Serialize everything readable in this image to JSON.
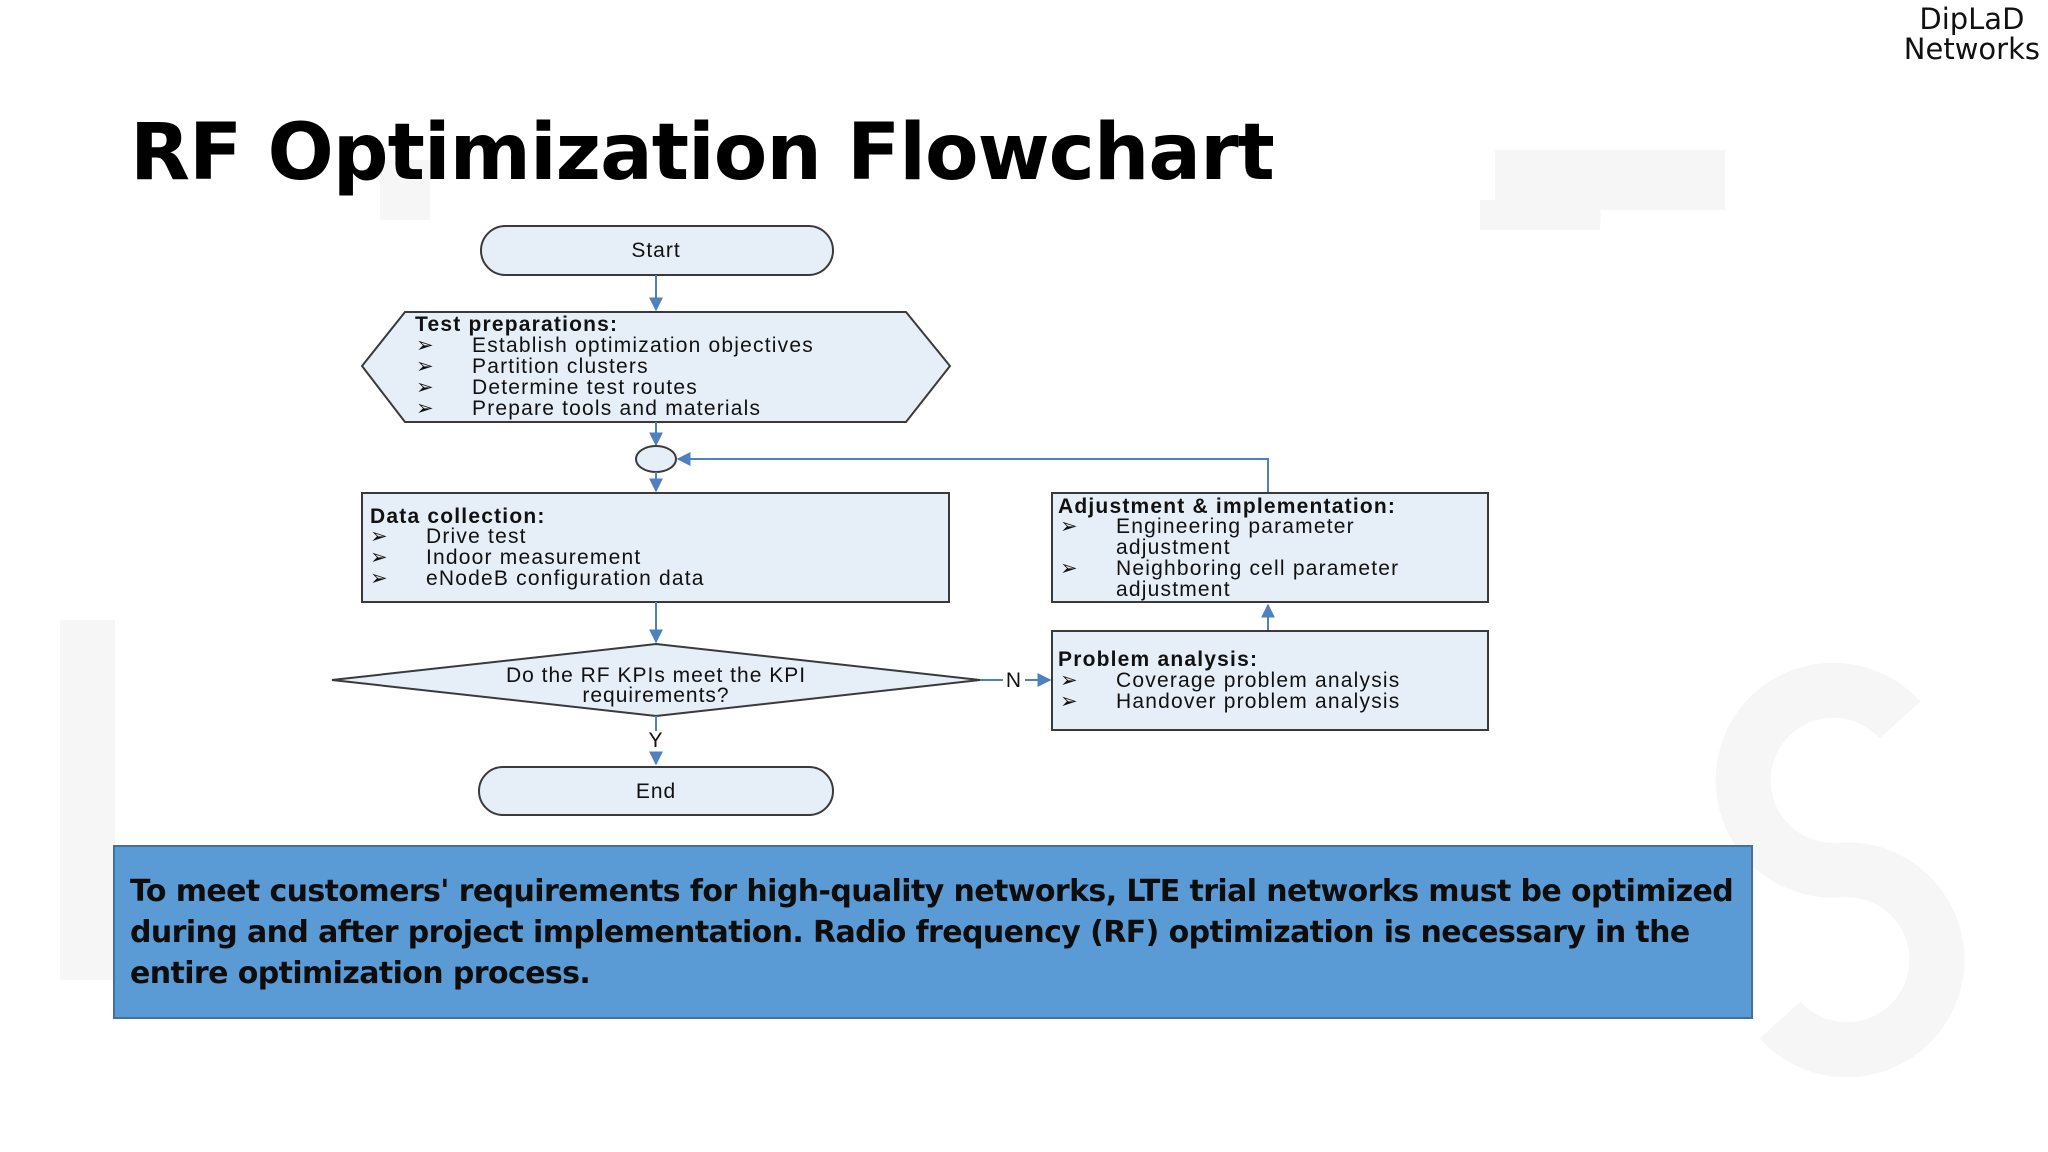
{
  "brand": {
    "line1": "DipLaD",
    "line2": "Networks"
  },
  "title": "RF Optimization Flowchart",
  "flowchart": {
    "start": "Start",
    "test_preparations": {
      "heading": "Test preparations:",
      "items": [
        "Establish optimization objectives",
        "Partition clusters",
        "Determine test routes",
        "Prepare tools and materials"
      ]
    },
    "data_collection": {
      "heading": "Data collection:",
      "items": [
        "Drive test",
        "Indoor measurement",
        "eNodeB configuration data"
      ]
    },
    "decision": {
      "line1": "Do the RF KPIs meet the KPI",
      "line2": "requirements?",
      "no_label": "N",
      "yes_label": "Y"
    },
    "end": "End",
    "adjustment": {
      "heading": "Adjustment & implementation:",
      "items": [
        {
          "line1": "Engineering parameter",
          "line2": "adjustment"
        },
        {
          "line1": "Neighboring cell parameter",
          "line2": "adjustment"
        }
      ]
    },
    "problem_analysis": {
      "heading": "Problem analysis:",
      "items": [
        "Coverage problem analysis",
        "Handover problem analysis"
      ]
    },
    "bullet": "➢"
  },
  "caption": "To meet customers' requirements for high-quality networks, LTE trial networks must be optimized during and after project implementation. Radio frequency (RF) optimization is necessary in the entire optimization process.",
  "colors": {
    "shape_fill": "#e6eef8",
    "shape_stroke": "#3a3a3a",
    "connector": "#4f81bd",
    "caption_bg": "#5b9bd5",
    "caption_border": "#41719c"
  }
}
